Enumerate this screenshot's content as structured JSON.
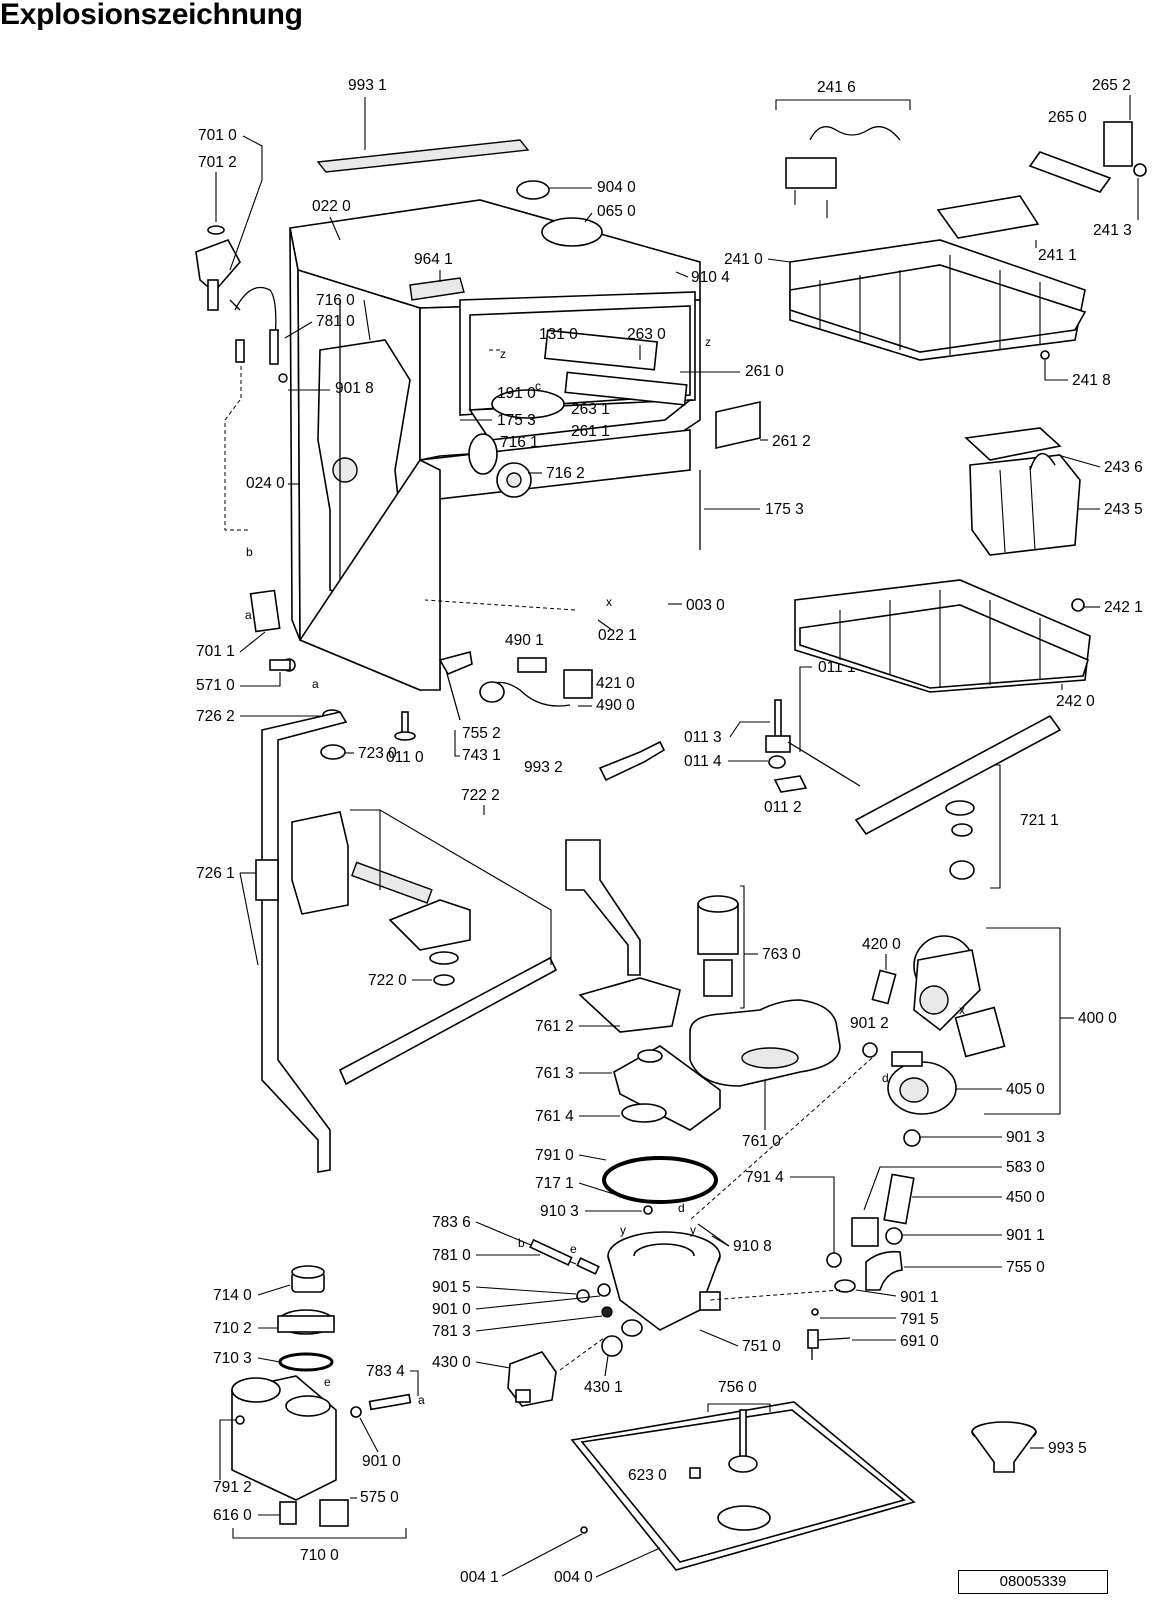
{
  "title": "Explosionszeichnung",
  "document_number": "08005339",
  "reference_letters": [
    "a",
    "b",
    "c",
    "d",
    "e",
    "x",
    "y",
    "z"
  ],
  "labels": {
    "l_993_1": "993 1",
    "l_701_0": "701 0",
    "l_701_2": "701 2",
    "l_904_0": "904 0",
    "l_065_0": "065 0",
    "l_022_0": "022 0",
    "l_964_1": "964 1",
    "l_910_4": "910 4",
    "l_716_0": "716 0",
    "l_781_0a": "781 0",
    "l_131_0": "131 0",
    "l_263_0": "263 0",
    "l_261_0": "261 0",
    "l_191_0": "191 0",
    "l_901_8": "901 8",
    "l_175_3a": "175 3",
    "l_263_1": "263 1",
    "l_261_1": "261 1",
    "l_716_1": "716 1",
    "l_261_2": "261 2",
    "l_716_2": "716 2",
    "l_175_3b": "175 3",
    "l_024_0": "024 0",
    "l_701_1": "701 1",
    "l_003_0": "003 0",
    "l_571_0": "571 0",
    "l_490_1": "490 1",
    "l_022_1": "022 1",
    "l_421_0": "421 0",
    "l_490_0": "490 0",
    "l_726_2": "726 2",
    "l_755_2": "755 2",
    "l_011_0": "011 0",
    "l_743_1": "743 1",
    "l_723_0": "723 0",
    "l_993_2": "993 2",
    "l_011_1": "011 1",
    "l_011_3": "011 3",
    "l_011_4": "011 4",
    "l_011_2": "011 2",
    "l_241_6": "241 6",
    "l_265_2": "265 2",
    "l_265_0": "265 0",
    "l_241_3": "241 3",
    "l_241_0": "241 0",
    "l_241_1": "241 1",
    "l_241_8": "241 8",
    "l_243_6": "243 6",
    "l_243_5": "243 5",
    "l_242_1": "242 1",
    "l_242_0": "242 0",
    "l_721_1": "721 1",
    "l_722_2": "722 2",
    "l_726_1": "726 1",
    "l_722_0": "722 0",
    "l_763_0": "763 0",
    "l_420_0": "420 0",
    "l_761_2": "761 2",
    "l_901_2": "901 2",
    "l_400_0": "400 0",
    "l_761_3": "761 3",
    "l_405_0": "405 0",
    "l_761_4": "761 4",
    "l_761_0": "761 0",
    "l_901_3": "901 3",
    "l_791_0": "791 0",
    "l_583_0": "583 0",
    "l_791_4": "791 4",
    "l_450_0": "450 0",
    "l_717_1": "717 1",
    "l_910_3": "910 3",
    "l_901_1a": "901 1",
    "l_783_6": "783 6",
    "l_910_8": "910 8",
    "l_781_0b": "781 0",
    "l_755_0": "755 0",
    "l_901_5": "901 5",
    "l_901_1b": "901 1",
    "l_901_0a": "901 0",
    "l_791_5": "791 5",
    "l_781_3": "781 3",
    "l_691_0": "691 0",
    "l_714_0": "714 0",
    "l_751_0": "751 0",
    "l_710_2": "710 2",
    "l_710_3": "710 3",
    "l_783_4": "783 4",
    "l_430_0": "430 0",
    "l_430_1": "430 1",
    "l_756_0": "756 0",
    "l_901_0b": "901 0",
    "l_993_5": "993 5",
    "l_791_2": "791 2",
    "l_623_0": "623 0",
    "l_616_0": "616 0",
    "l_575_0": "575 0",
    "l_004_1": "004 1",
    "l_004_0": "004 0",
    "l_710_0": "710 0"
  }
}
